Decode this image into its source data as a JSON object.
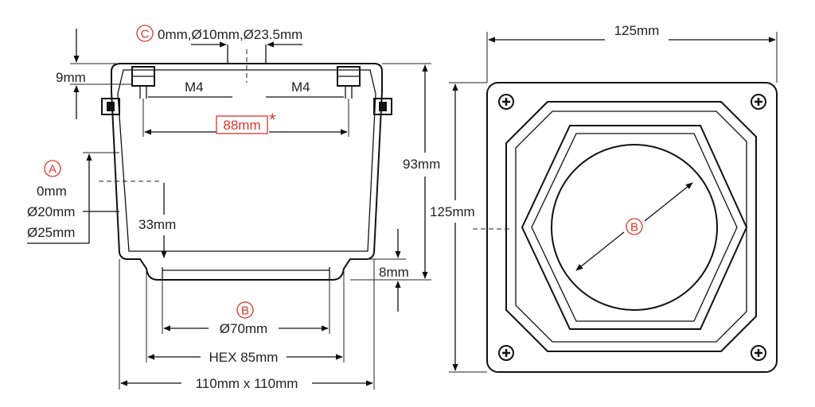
{
  "side_view": {
    "callout_c": "C",
    "top_holes": "0mm,Ø10mm,Ø23.5mm",
    "dim_9": "9mm",
    "m4_left": "M4",
    "m4_right": "M4",
    "dim_88": "88mm",
    "asterisk": "*",
    "callout_a": "A",
    "a_opt1": "0mm",
    "a_opt2": "Ø20mm",
    "a_opt3": "Ø25mm",
    "dim_33": "33mm",
    "dim_93": "93mm",
    "dim_8": "8mm",
    "callout_b": "B",
    "dim_70": "Ø70mm",
    "dim_hex": "HEX 85mm",
    "dim_110": "110mm x 110mm"
  },
  "top_view": {
    "dim_width": "125mm",
    "dim_height": "125mm",
    "callout_b": "B"
  },
  "colors": {
    "accent": "#d9362b",
    "line": "#111111"
  }
}
